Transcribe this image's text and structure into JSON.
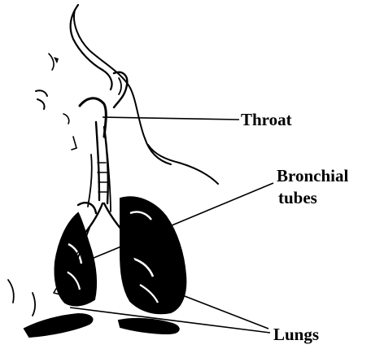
{
  "labels": {
    "throat": "Throat",
    "bronchial_line1": "Bronchial",
    "bronchial_line2": "tubes",
    "lungs": "Lungs"
  },
  "colors": {
    "ink": "#000000",
    "background": "#ffffff"
  }
}
